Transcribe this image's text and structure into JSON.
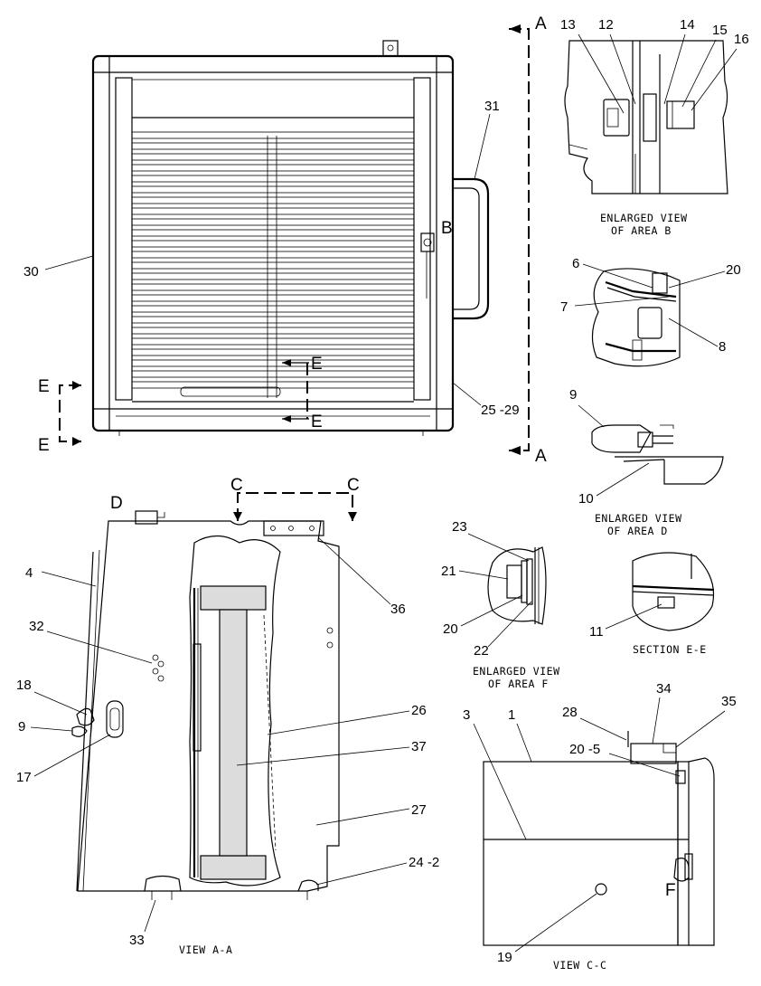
{
  "section_markers": {
    "a_top": "A",
    "a_bottom": "A",
    "c_left": "C",
    "c_right": "C",
    "e_left_top": "E",
    "e_left_bottom": "E",
    "e_mid_top": "E",
    "e_mid_bottom": "E"
  },
  "area_letters": {
    "b": "B",
    "d": "D",
    "f": "F"
  },
  "main_view_callouts": {
    "c30": "30",
    "c31": "31",
    "c25_29": "25 -29"
  },
  "area_b_callouts": {
    "c13": "13",
    "c12": "12",
    "c14": "14",
    "c15": "15",
    "c16": "16"
  },
  "area_b_caption": {
    "line1": "ENLARGED VIEW",
    "line2": "OF AREA B"
  },
  "area_d_callouts": {
    "c6": "6",
    "c20": "20",
    "c7": "7",
    "c8": "8",
    "c9": "9",
    "c10": "10"
  },
  "area_d_caption": {
    "line1": "ENLARGED VIEW",
    "line2": "OF AREA D"
  },
  "section_e_callouts": {
    "c11": "11"
  },
  "section_e_caption": "SECTION E-E",
  "area_f_callouts": {
    "c23": "23",
    "c21": "21",
    "c20": "20",
    "c22": "22"
  },
  "area_f_caption": {
    "line1": "ENLARGED VIEW",
    "line2": "OF AREA F"
  },
  "view_a_callouts": {
    "c4": "4",
    "c32": "32",
    "c18": "18",
    "c9": "9",
    "c17": "17",
    "c36": "36",
    "c26": "26",
    "c37": "37",
    "c27": "27",
    "c24_2": "24 -2",
    "c33": "33"
  },
  "view_a_caption": "VIEW A-A",
  "view_c_callouts": {
    "c34": "34",
    "c28": "28",
    "c35": "35",
    "c3": "3",
    "c1": "1",
    "c20_5": "20 -5",
    "c19": "19"
  },
  "view_c_caption": "VIEW C-C"
}
